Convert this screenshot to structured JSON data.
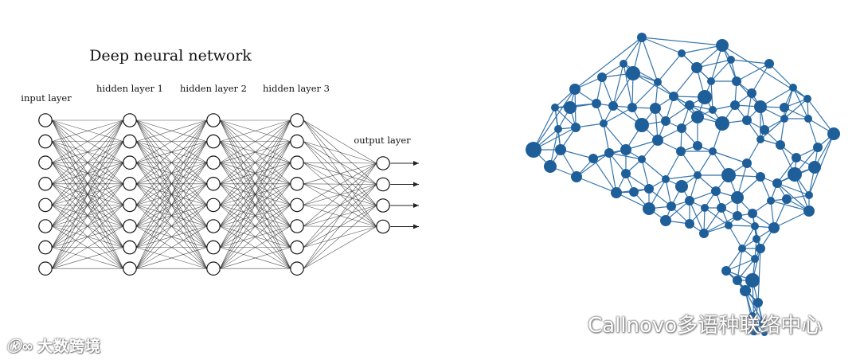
{
  "nn": {
    "title": "Deep neural network",
    "layers": [
      {
        "label": "input layer",
        "nodes": 8
      },
      {
        "label": "hidden layer 1",
        "nodes": 8
      },
      {
        "label": "hidden layer 2",
        "nodes": 8
      },
      {
        "label": "hidden layer 3",
        "nodes": 8
      },
      {
        "label": "output layer",
        "nodes": 4
      }
    ]
  },
  "brain": {
    "color": "#1f5f99",
    "edge_color": "#2b6ea8"
  },
  "watermarks": {
    "left": "大数跨境",
    "right": "Callnovo多语种联络中心"
  }
}
